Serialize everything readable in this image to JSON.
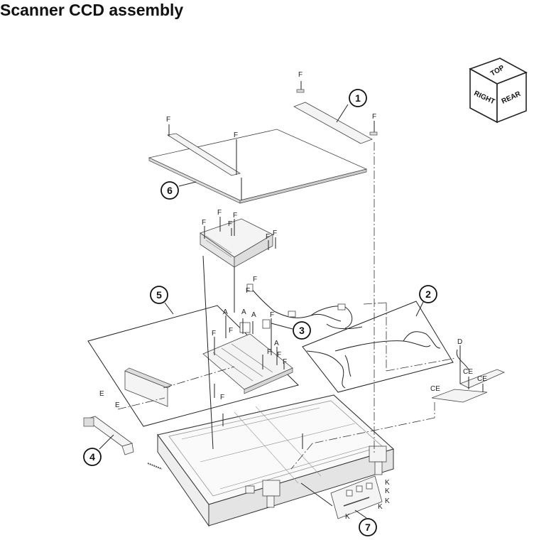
{
  "title": "Scanner CCD assembly",
  "orientation_cube": {
    "top": "TOP",
    "right": "RIGHT",
    "rear": "REAR"
  },
  "callouts": [
    "1",
    "2",
    "3",
    "4",
    "5",
    "6",
    "7"
  ],
  "fastener_labels": {
    "f": "F",
    "a": "A",
    "e": "E",
    "d": "D",
    "ce": "CE",
    "k": "K"
  }
}
